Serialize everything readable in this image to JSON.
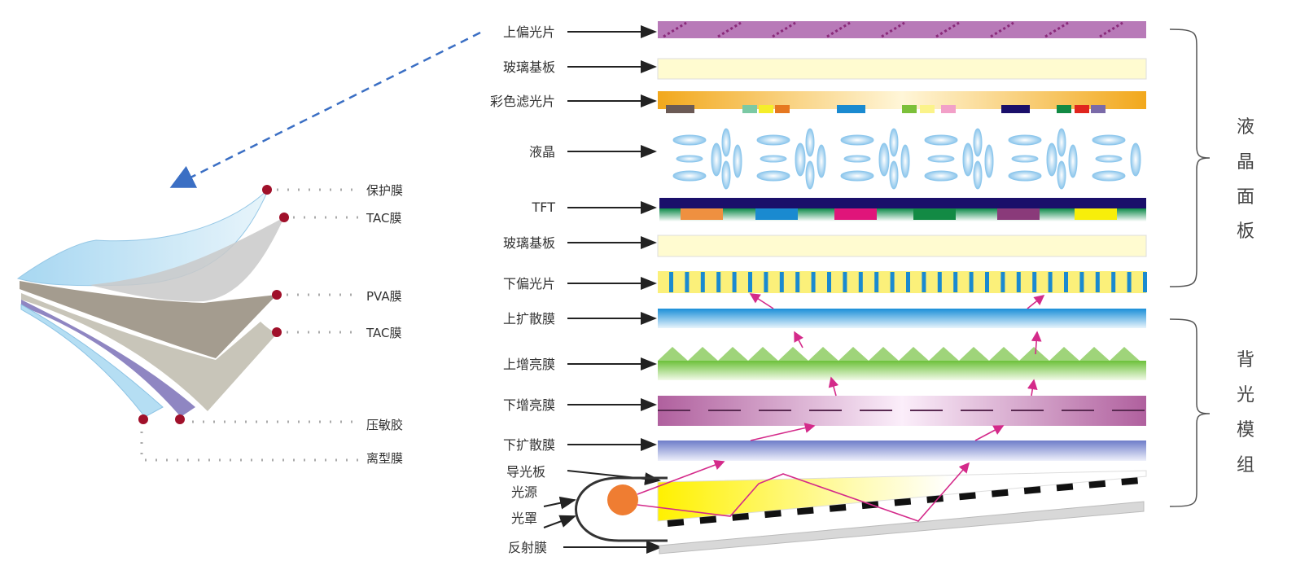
{
  "polarizer_structure": {
    "labels": [
      "保护膜",
      "TAC膜",
      "PVA膜",
      "TAC膜",
      "压敏胶",
      "离型膜"
    ]
  },
  "lcd_stack": {
    "layers": [
      "上偏光片",
      "玻璃基板",
      "彩色滤光片",
      "液晶",
      "TFT",
      "玻璃基板",
      "下偏光片",
      "上扩散膜",
      "上增亮膜",
      "下增亮膜",
      "下扩散膜",
      "导光板",
      "光源",
      "光罩",
      "反射膜"
    ],
    "groups": [
      {
        "chars": [
          "液",
          "晶",
          "面",
          "板"
        ]
      },
      {
        "chars": [
          "背",
          "光",
          "模",
          "组"
        ]
      }
    ]
  },
  "colors": {
    "dot": "#a0102a",
    "dashed_arrow": "#3b6fc4",
    "light_ray": "#d42a8a",
    "light_source": "#ef7d32"
  }
}
